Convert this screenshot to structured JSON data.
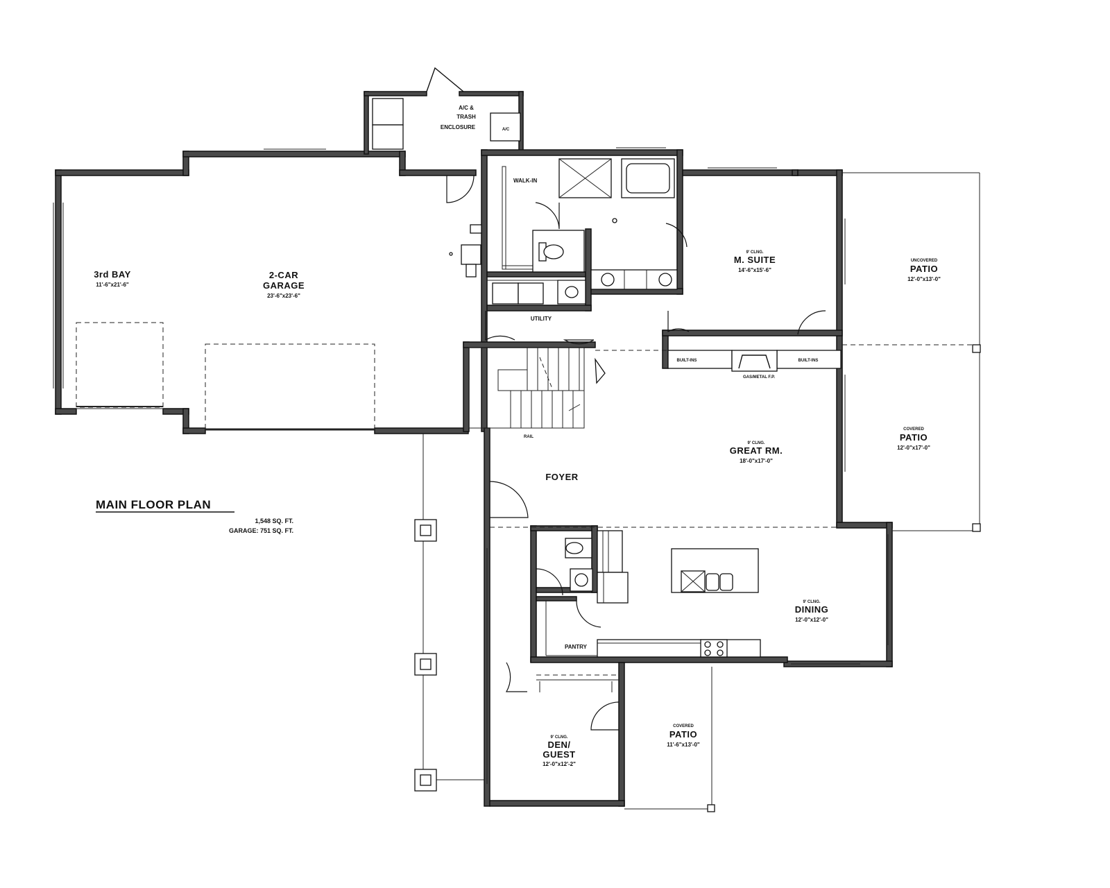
{
  "plan": {
    "title": "MAIN FLOOR PLAN",
    "area_main": "1,548 SQ. FT.",
    "area_garage": "GARAGE: 751 SQ. FT."
  },
  "rooms": {
    "ac_trash": {
      "line1": "A/C &",
      "line2": "TRASH",
      "line3": "ENCLOSURE",
      "unit": "A/C"
    },
    "walk_in": {
      "name": "WALK-IN"
    },
    "third_bay": {
      "name": "3rd BAY",
      "dims": "11'-6\"x21'-6\""
    },
    "garage": {
      "line1": "2-CAR",
      "line2": "GARAGE",
      "dims": "23'-6\"x23'-6\""
    },
    "m_suite": {
      "ceiling": "9' CLNG.",
      "name": "M. SUITE",
      "dims": "14'-6\"x15'-6\""
    },
    "patio_uncovered": {
      "label": "UNCOVERED",
      "name": "PATIO",
      "dims": "12'-0\"x13'-0\""
    },
    "utility": {
      "name": "UTILITY"
    },
    "built_in_left": {
      "name": "BUILT-INS"
    },
    "built_in_right": {
      "name": "BUILT-INS"
    },
    "fireplace": {
      "name": "GAS/METAL F.P."
    },
    "great_rm": {
      "ceiling": "9' CLNG.",
      "name": "GREAT RM.",
      "dims": "18'-0\"x17'-0\""
    },
    "patio_covered_right": {
      "label": "COVERED",
      "name": "PATIO",
      "dims": "12'-0\"x17'-0\""
    },
    "rail": {
      "name": "RAIL"
    },
    "foyer": {
      "name": "FOYER"
    },
    "dining": {
      "ceiling": "9' CLNG.",
      "name": "DINING",
      "dims": "12'-0\"x12'-0\""
    },
    "pantry": {
      "name": "PANTRY"
    },
    "den": {
      "ceiling": "9' CLNG.",
      "line1": "DEN/",
      "line2": "GUEST",
      "dims": "12'-0\"x12'-2\""
    },
    "patio_covered_bottom": {
      "label": "COVERED",
      "name": "PATIO",
      "dims": "11'-6\"x13'-0\""
    }
  }
}
